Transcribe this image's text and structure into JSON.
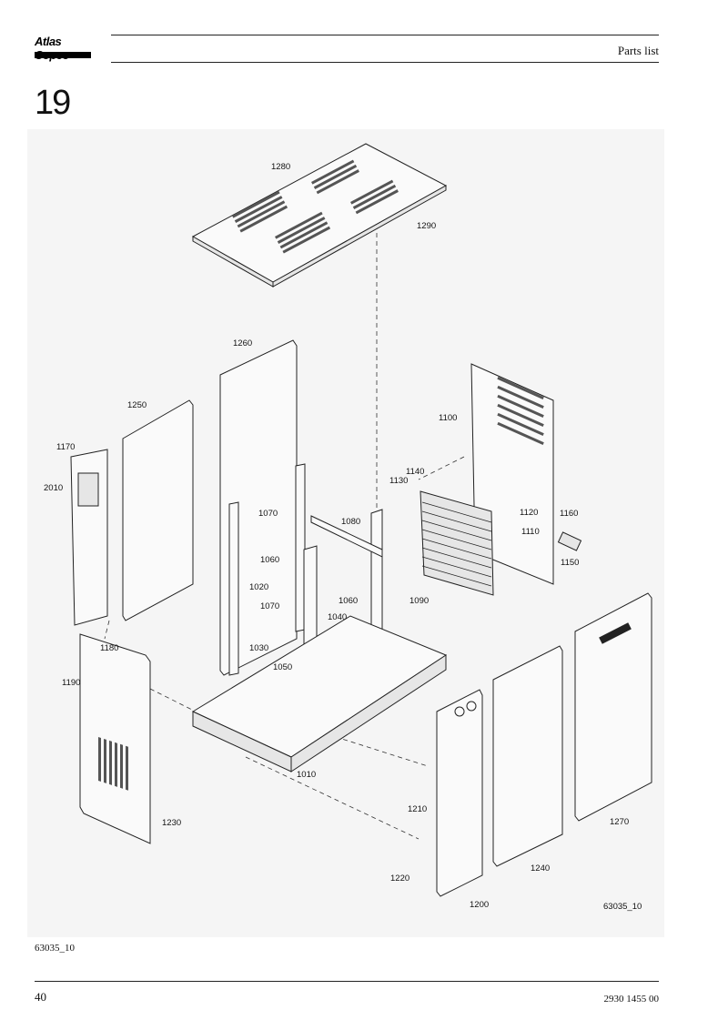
{
  "header": {
    "logo_text": "Atlas Copco",
    "title": "Parts list"
  },
  "section_number": "19",
  "drawing": {
    "drawing_id": "63035_10",
    "callouts": [
      "1280",
      "1290",
      "1260",
      "1250",
      "1100",
      "1170",
      "2010",
      "1140",
      "1130",
      "1120",
      "1160",
      "1070",
      "1080",
      "1110",
      "1150",
      "1060",
      "1020",
      "1060",
      "1090",
      "1070",
      "1040",
      "1180",
      "1030",
      "1050",
      "1190",
      "1010",
      "1210",
      "1230",
      "1270",
      "1240",
      "1220",
      "1200"
    ]
  },
  "reference": "63035_10",
  "footer": {
    "page_number": "40",
    "document_number": "2930 1455 00"
  }
}
